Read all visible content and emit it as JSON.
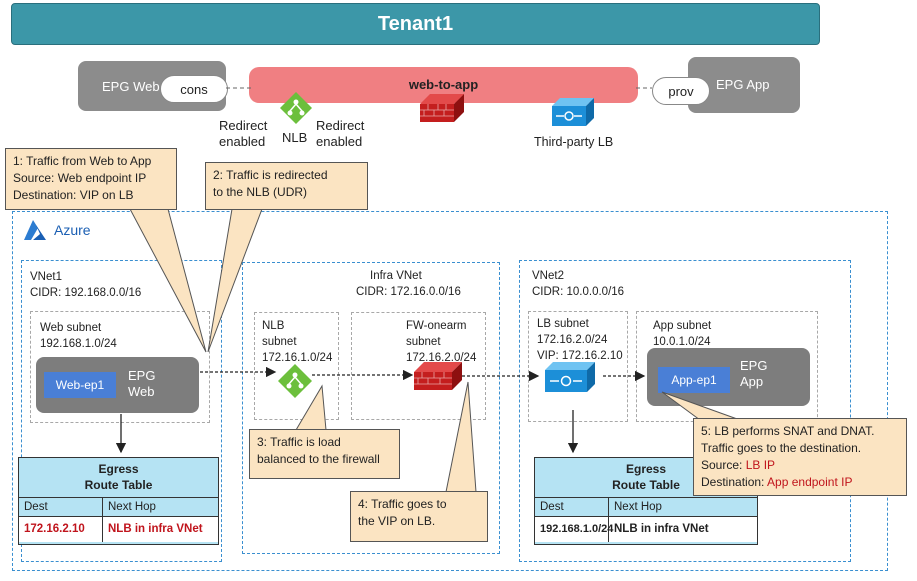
{
  "tenant": {
    "title": "Tenant1"
  },
  "epg_web": {
    "label": "EPG Web",
    "port": "cons"
  },
  "epg_app": {
    "label": "EPG App",
    "port": "prov"
  },
  "contract": {
    "label": "web-to-app"
  },
  "service_graph": {
    "nlb_label": "NLB",
    "redirect_left": [
      "Redirect",
      "enabled"
    ],
    "redirect_right": [
      "Redirect",
      "enabled"
    ],
    "lb_label": "Third-party LB"
  },
  "callouts": {
    "c1": [
      "1: Traffic from Web to App",
      "Source: Web endpoint IP",
      "Destination: VIP on LB"
    ],
    "c2": [
      "2: Traffic is redirected",
      "to the NLB (UDR)"
    ],
    "c3": [
      "3: Traffic is load",
      "balanced to the firewall"
    ],
    "c4": [
      "4: Traffic goes to",
      "the VIP on LB."
    ],
    "c5": {
      "line1": "5: LB performs SNAT and DNAT.",
      "line2": "Traffic goes to the destination.",
      "src_label": "Source: ",
      "src_value": "LB IP",
      "dst_label": "Destination: ",
      "dst_value": "App endpoint IP"
    }
  },
  "azure": {
    "label": "Azure"
  },
  "vnet1": {
    "name": "VNet1",
    "cidr": "CIDR: 192.168.0.0/16",
    "subnet": [
      "Web subnet",
      "192.168.1.0/24"
    ],
    "ep": "Web-ep1",
    "epg": [
      "EPG",
      "Web"
    ]
  },
  "infra": {
    "name": "Infra VNet",
    "cidr": "CIDR: 172.16.0.0/16",
    "nlb_subnet": [
      "NLB",
      "subnet",
      "172.16.1.0/24"
    ],
    "fw_subnet": [
      "FW-onearm",
      "subnet",
      "172.16.2.0/24"
    ]
  },
  "vnet2": {
    "name": "VNet2",
    "cidr": "CIDR: 10.0.0.0/16",
    "lb_subnet": [
      "LB subnet",
      "172.16.2.0/24",
      "VIP: 172.16.2.10"
    ],
    "app_subnet": [
      "App subnet",
      "10.0.1.0/24"
    ],
    "ep": "App-ep1",
    "epg": [
      "EPG",
      "App"
    ]
  },
  "rt1": {
    "title": [
      "Egress",
      "Route Table"
    ],
    "col_dest": "Dest",
    "col_hop": "Next Hop",
    "dest": "172.16.2.10",
    "hop": "NLB in infra VNet"
  },
  "rt2": {
    "title": [
      "Egress",
      "Route Table"
    ],
    "col_dest": "Dest",
    "col_hop": "Next Hop",
    "dest": "192.168.1.0/24",
    "hop": "NLB in infra VNet"
  },
  "colors": {
    "tenant": "#3c97a8",
    "contract": "#f07f82",
    "callout": "#fbe4c2",
    "azure_border": "#3a8fd0",
    "route_table": "#b5e3f3",
    "alert": "#c0141c"
  }
}
